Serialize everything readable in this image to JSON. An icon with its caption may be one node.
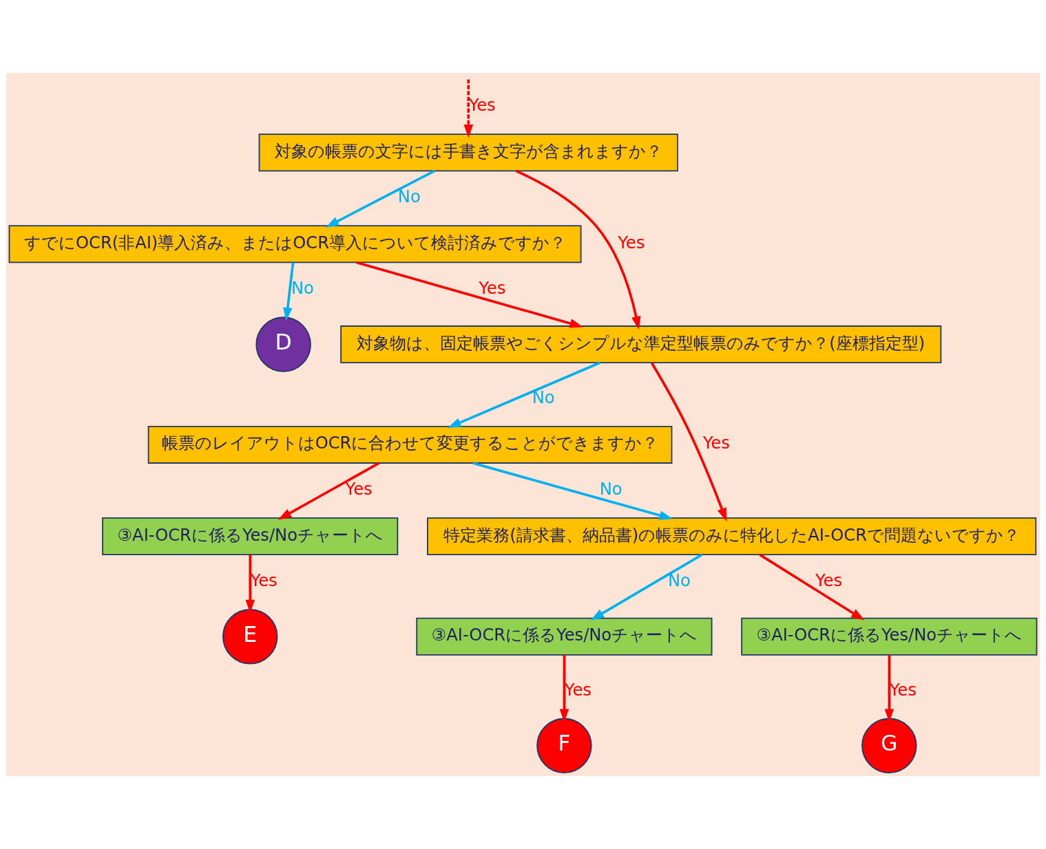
{
  "diagram": {
    "nodes": [
      {
        "text": [
          "対象の帳票の文字には手書き文字が含まれますか？"
        ]
      },
      {
        "text": [
          "すでにOCR(非AI)導入済み、またはOCR導入について検討済みですか？"
        ]
      },
      {
        "text": [
          "D"
        ]
      },
      {
        "text": [
          "対象物は、固定帳票やごくシンプルな準定型帳票のみですか？(座標指定型)"
        ]
      },
      {
        "text": [
          "帳票のレイアウトはOCRに合わせて変更することができますか？"
        ]
      },
      {
        "text": [
          "③AI-OCRに係るYes/Noチャートへ"
        ]
      },
      {
        "text": [
          "E"
        ]
      },
      {
        "text": [
          "特定業務(請求書、納品書)の帳票のみに特化したAI-OCRで問題ないですか？"
        ]
      },
      {
        "text": [
          "③AI-OCRに係るYes/Noチャートへ"
        ]
      },
      {
        "text": [
          "F"
        ]
      },
      {
        "text": [
          "G"
        ]
      },
      {
        "text": [
          "③AI-OCRに係るYes/Noチャートへ"
        ]
      }
    ],
    "edges": [
      {
        "from": null,
        "to": 0,
        "arrow": "to",
        "label": "Yes",
        "style": "dashed"
      },
      {
        "from": 0,
        "to": 1,
        "arrow": "to",
        "label": "No",
        "color": "#00b0f0"
      },
      {
        "from": 0,
        "to": 3,
        "arrow": "to",
        "label": "Yes"
      },
      {
        "from": 1,
        "to": 2,
        "arrow": "to",
        "label": "No",
        "color": "#00b0f0"
      },
      {
        "from": 1,
        "to": 3,
        "arrow": "to",
        "label": "Yes"
      },
      {
        "from": 3,
        "to": 4,
        "arrow": "to",
        "label": "No",
        "color": "#00b0f0"
      },
      {
        "from": 3,
        "to": 7,
        "arrow": "to",
        "label": "Yes"
      },
      {
        "from": 4,
        "to": 5,
        "arrow": "to",
        "label": "Yes"
      },
      {
        "from": 4,
        "to": 7,
        "arrow": "to",
        "label": "No",
        "color": "#00b0f0"
      },
      {
        "from": 5,
        "to": 6,
        "arrow": "to",
        "label": "Yes"
      },
      {
        "from": 7,
        "to": 8,
        "arrow": "to",
        "label": "No",
        "color": "#00b0f0"
      },
      {
        "from": 7,
        "to": 11,
        "arrow": "to",
        "label": "Yes"
      },
      {
        "from": 8,
        "to": 9,
        "arrow": "to",
        "label": "Yes"
      },
      {
        "from": 11,
        "to": 10,
        "arrow": "to",
        "label": "Yes"
      }
    ]
  }
}
